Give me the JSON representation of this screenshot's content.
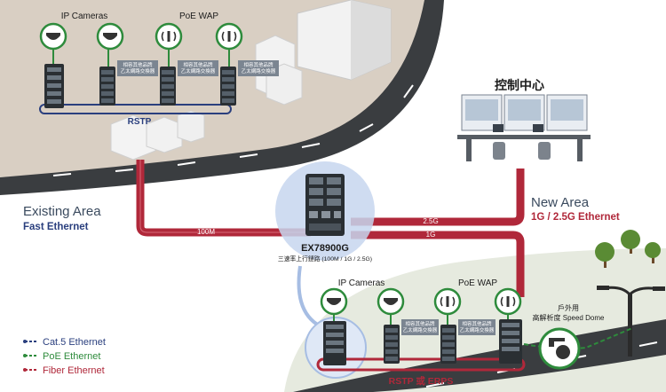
{
  "top_left": {
    "ip_cameras_label": "IP Cameras",
    "poe_wap_label": "PoE WAP",
    "switch_caption_line1": "相容其他品牌",
    "switch_caption_line2": "乙太網路交換器",
    "ring_label": "RSTP"
  },
  "existing_area": {
    "title": "Existing Area",
    "subtitle": "Fast Ethernet"
  },
  "new_area": {
    "title": "New Area",
    "subtitle": "1G / 2.5G Ethernet"
  },
  "control_center": {
    "title": "控制中心"
  },
  "links": {
    "link_100m": "100M",
    "link_25g": "2.5G",
    "link_1g": "1G"
  },
  "core_switch": {
    "model": "EX78900G",
    "description": "三速率上行鏈路 (100M / 1G / 2.5G)"
  },
  "bottom_right": {
    "ip_cameras_label": "IP Cameras",
    "poe_wap_label": "PoE WAP",
    "switch_caption_line1": "相容其他品牌",
    "switch_caption_line2": "乙太網路交換器",
    "dome_line1": "戶外用",
    "dome_line2": "高解析度 Speed Dome",
    "ring_label": "RSTP 或 ERPS"
  },
  "legend": {
    "items": [
      {
        "label": "Cat.5 Ethernet",
        "color": "#2a3f7e"
      },
      {
        "label": "PoE Ethernet",
        "color": "#2e8b3c"
      },
      {
        "label": "Fiber Ethernet",
        "color": "#b0283a"
      }
    ]
  },
  "colors": {
    "fiber": "#b0283a",
    "cat5": "#2a3f7e",
    "poe": "#2e8b3c",
    "ground": "#d8d0c5",
    "new_ground": "#e6eadf",
    "ring_blue": "#a6bde3",
    "area_title": "#3a4a5e"
  }
}
